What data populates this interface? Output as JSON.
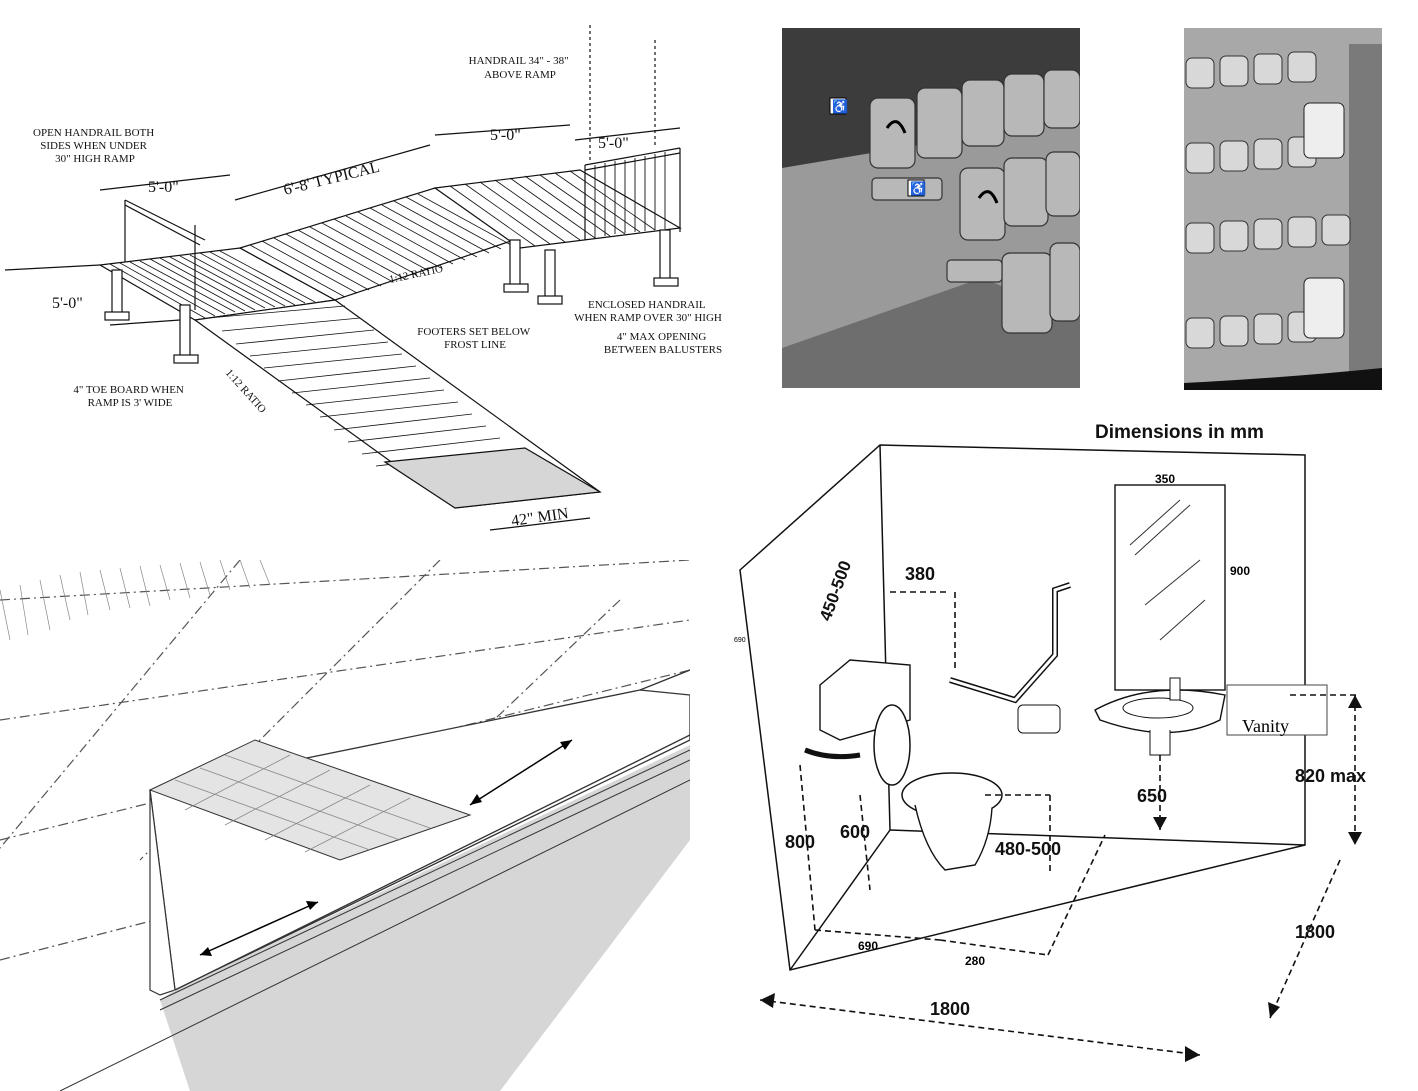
{
  "ramp": {
    "handrail_height": [
      "HANDRAIL 34\" - 38\"",
      "ABOVE RAMP"
    ],
    "open_handrail": [
      "OPEN HANDRAIL BOTH",
      "SIDES WHEN UNDER",
      "30\" HIGH RAMP"
    ],
    "dim_5_left_top": "5'-0\"",
    "dim_typical": "6'-8' TYPICAL",
    "dim_5_mid": "5'-0\"",
    "dim_5_right": "5'-0\"",
    "dim_5_left_side": "5'-0\"",
    "ratio_upper": "1:12 RATIO",
    "ratio_lower": "1:12 RATIO",
    "footers": [
      "FOOTERS SET BELOW",
      "FROST LINE"
    ],
    "enclosed": [
      "ENCLOSED HANDRAIL",
      "WHEN RAMP OVER 30\" HIGH"
    ],
    "max_opening": [
      "4\" MAX OPENING",
      "BETWEEN BALUSTERS"
    ],
    "toe_board": [
      "4\" TOE BOARD WHEN",
      "RAMP IS 3' WIDE"
    ],
    "min_width": "42\" MIN"
  },
  "toilet": {
    "title": "Dimensions in mm",
    "mirror_width": "350",
    "mirror_height": "900",
    "d_450_500": "450-500",
    "d_380": "380",
    "d_800": "800",
    "d_600": "600",
    "d_480_500": "480-500",
    "d_650": "650",
    "d_820": "820 max",
    "vanity": "Vanity",
    "d_690": "690",
    "d_690_side": "690",
    "d_280": "280",
    "d_1800_right": "1800",
    "d_1800_bottom": "1800"
  },
  "icons": {
    "wheelchair": "accessible-icon"
  },
  "colors": {
    "theater_bg": "#8a8a8a",
    "seat": "#b8b8b8",
    "curb_shade": "#d6d6d6"
  }
}
